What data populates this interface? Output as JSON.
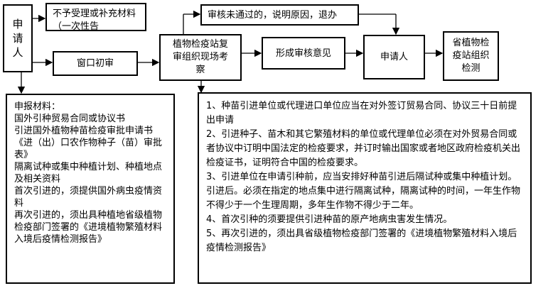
{
  "nodes": {
    "applicant_left": "申请人",
    "no_accept": "不予受理或补充材料（一次性告",
    "window_check": "窗口初审",
    "review": "植物检疫站复审组织现场考察",
    "opinion": "形成审核意见",
    "fail_notice": "审核未通过的，说明原因，退办",
    "applicant_right": "申请人",
    "provincial": "省植物检疫站组织检测"
  },
  "materials": {
    "lines": [
      "申报材料：",
      "国外引种贸易合同或协议书",
      "引进国外植物种苗检疫审批申请书",
      "《进（出）口农作物种子（苗）审批表》",
      "隔离试种或集中种植计划、种植地点及相关资料",
      "首次引进的，须提供国外病虫疫情资料",
      "再次引进的，须出具种植地省级植物检疫部门签署的《进境植物繁殖材料入境后疫情检测报告》"
    ]
  },
  "requirements": {
    "items": [
      "1、种苗引进单位或代理进口单位应当在对外签订贸易合同、协议三十日前提出申请",
      "2、引进种子、苗木和其它繁殖材料的单位或代理单位必须在对外贸易合同或者协议中订明中国法定的检疫要求，并订时输出国家或者地区政府检疫机关出检疫证书，证明符合中国的检疫要求。",
      "3、引进单位在申请引种前，应当安排好种苗引进后隔试种或集中种植计划。引进后。必须在指定的地点集中进行隔离试种，隔离试种的时间，一年生作物不得少于一个生理周期，多年生作物不得少于二年。",
      "4、首次引种的须要提供引进种苗的原产地病虫害发生情况。",
      "5、再次引进的，须出具省级植物检疫部门签署的《进境植物繁殖材料入境后疫情检测报告》"
    ]
  }
}
